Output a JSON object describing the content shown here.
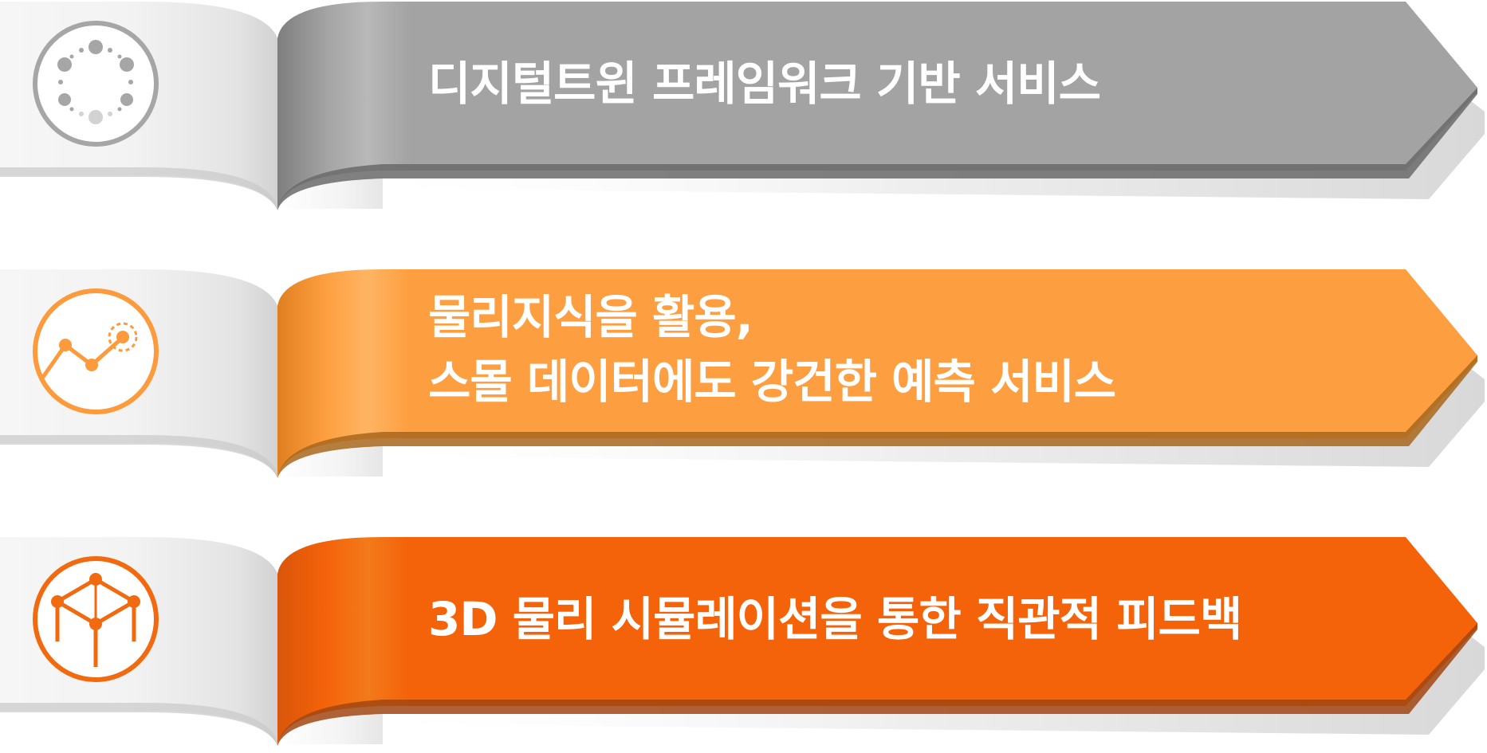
{
  "items": [
    {
      "id": "digital-twin",
      "lines": [
        "디지털트윈 프레임워크 기반 서비스"
      ],
      "icon": "dotted-circle-icon",
      "colors": {
        "light": "#b8b8b8",
        "main": "#a3a3a3",
        "dark": "#7e7e7e",
        "edge": "#6a6a6a",
        "icon": "#a6a6a6"
      }
    },
    {
      "id": "physics-prediction",
      "lines": [
        "물리지식을 활용,",
        "스몰 데이터에도 강건한 예측 서비스"
      ],
      "icon": "trend-line-icon",
      "colors": {
        "light": "#ffb463",
        "main": "#fd9f40",
        "dark": "#e07f20",
        "edge": "#a8661c",
        "icon": "#fc9a3c"
      }
    },
    {
      "id": "simulation-feedback",
      "lines": [
        "3D 물리 시뮬레이션을 통한 직관적 피드백"
      ],
      "icon": "3d-cube-icon",
      "colors": {
        "light": "#f37a1a",
        "main": "#f4620a",
        "dark": "#d9560a",
        "edge": "#a14712",
        "icon": "#f26a10"
      }
    }
  ]
}
